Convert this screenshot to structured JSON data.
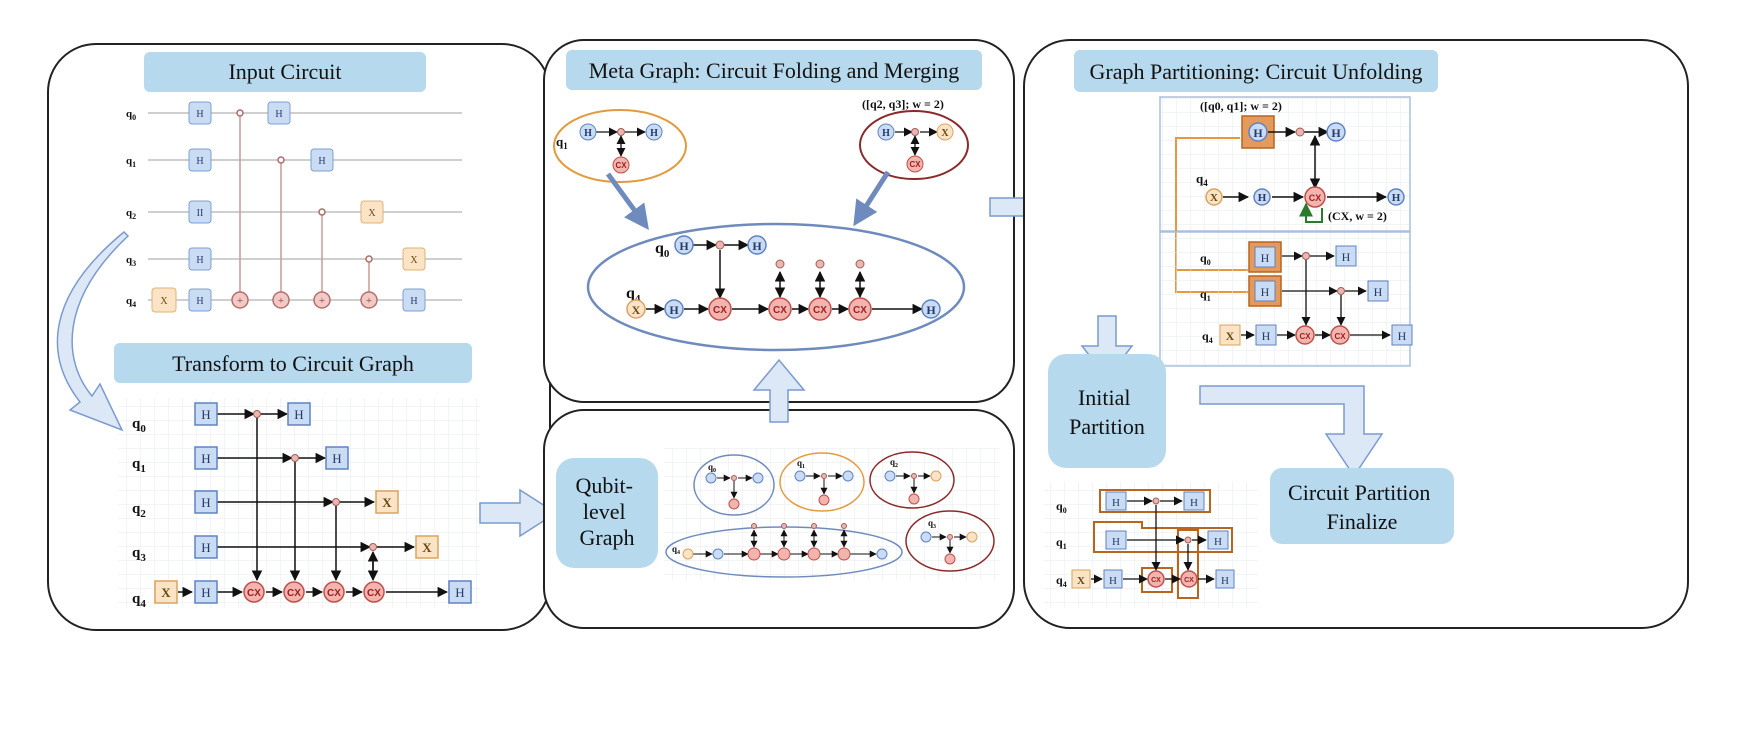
{
  "input_panel": {
    "title": "Input Circuit",
    "qubits": [
      "q",
      "q",
      "q",
      "q",
      "q"
    ],
    "subs": [
      "0",
      "1",
      "2",
      "3",
      "4"
    ],
    "h": "H",
    "h_alt": "II",
    "x": "X"
  },
  "transform_panel": {
    "title": "Transform to Circuit Graph"
  },
  "meta_panel": {
    "title": "Meta Graph: Circuit Folding and Merging",
    "note": "([q2, q3]; w = 2)",
    "cx": "CX"
  },
  "qubit_level": {
    "title_lines": [
      "Qubit-",
      "level",
      "Graph"
    ]
  },
  "partition_panel": {
    "title": "Graph Partitioning: Circuit Unfolding",
    "note_top": "([q0, q1]; w = 2)",
    "note_cx": "(CX, w = 2)"
  },
  "initial_partition": {
    "lines": [
      "Initial",
      "Partition"
    ]
  },
  "finalize": {
    "lines": [
      "Circuit Partition",
      "Finalize"
    ]
  }
}
